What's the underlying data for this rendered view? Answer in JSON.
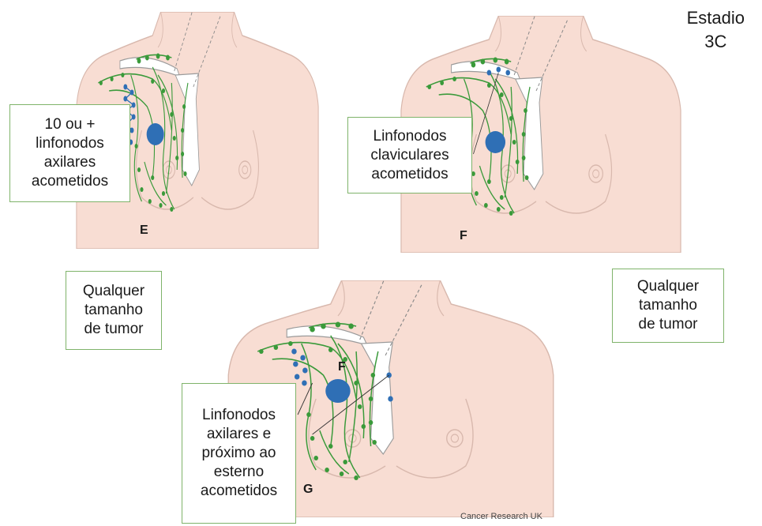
{
  "stage": {
    "line1": "Estadio",
    "line2": "3C"
  },
  "panels": [
    {
      "letter": "E",
      "callout": "10 ou +\nlinfonodos\naxilares\nacometidos"
    },
    {
      "letter": "F",
      "callout": "Linfonodos\nclaviculares\nacometidos"
    },
    {
      "letter": "G",
      "callout": "Linfonodos\naxilares e\npróximo ao\nesterno\nacometidos",
      "marker": "F"
    }
  ],
  "tumor_size_left": "Qualquer\ntamanho\nde tumor",
  "tumor_size_right": "Qualquer\ntamanho\nde tumor",
  "credit": "Cancer Research UK",
  "colors": {
    "skin": "#f8ddd3",
    "skin_outline": "#d8b8ad",
    "lymph_green": "#3a9a3a",
    "node_blue": "#2f6fb5",
    "tumor_blue": "#2f6fb5",
    "box_border": "#7fb36a"
  }
}
